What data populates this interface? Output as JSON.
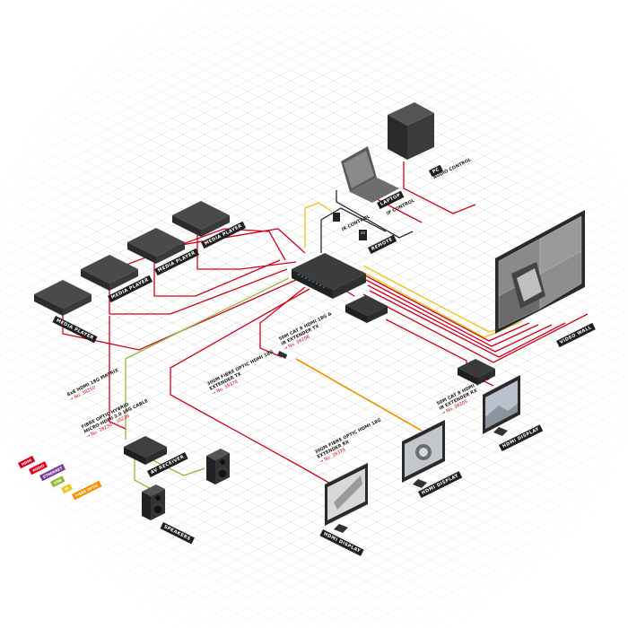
{
  "devices": {
    "media_player_1": "MEDIA PLAYER",
    "media_player_2": "MEDIA PLAYER",
    "media_player_3": "MEDIA PLAYER",
    "media_player_4": "MEDIA PLAYER",
    "laptop": "LAPTOP",
    "ip_control": "IP CONTROL",
    "pc": "PC",
    "audio_control": "AUDIO CONTROL",
    "ir_control": "IR CONTROL",
    "remote": "REMOTE",
    "video_wall": "VIDEO WALL",
    "hdmi_display_right": "HDMI DISPLAY",
    "hdmi_display_center": "HDMI DISPLAY",
    "hdmi_display_bottom": "HDMI DISPLAY",
    "av_receiver": "AV RECEIVER",
    "speakers": "SPEAKERS"
  },
  "notes": {
    "matrix": {
      "title": "8x8 HDMI 18G MATRIX",
      "code": "→ No. 38250"
    },
    "fibre_cable": {
      "title_line1": "FIBRE OPTIC HYBRID",
      "title_line2": "MICRO-HDMI 2.0 18G CABLE",
      "code": "→ No. 38230 – 38236"
    },
    "fibre_tx": {
      "title_line1": "300M FIBRE OPTIC HDMI 18G",
      "title_line2": "EXTENDER TX",
      "code": "→ No. 38378"
    },
    "fibre_rx": {
      "title_line1": "300M FIBRE OPTIC HDMI 18G",
      "title_line2": "EXTENDER RX",
      "code": "→ No. 38379"
    },
    "cat_tx": {
      "title_line1": "50M CAT 8 HDMI 18G &",
      "title_line2": "IR EXTENDER TX",
      "code": "→ No. 38208"
    },
    "cat_rx": {
      "title_line1": "50M CAT 8 HDMI 18G &",
      "title_line2": "IR EXTENDER RX",
      "code": "→ No. 38205"
    }
  },
  "legend": [
    {
      "label": "HDMI",
      "color": "#d0021b"
    },
    {
      "label": "AUDIO",
      "color": "#e2001a"
    },
    {
      "label": "ETHERNET",
      "color": "#7a3e9d"
    },
    {
      "label": "USB",
      "color": "#8fb83a"
    },
    {
      "label": "IR",
      "color": "#f0c419"
    },
    {
      "label": "FIBRE OPTIC",
      "color": "#f29100"
    }
  ],
  "colors": {
    "hdmi": "#d0021b",
    "ethernet": "#2a2a2a",
    "usb": "#8fb83a",
    "ir": "#f0c419",
    "fibre": "#f29100",
    "grid": "#e9e9e9"
  }
}
